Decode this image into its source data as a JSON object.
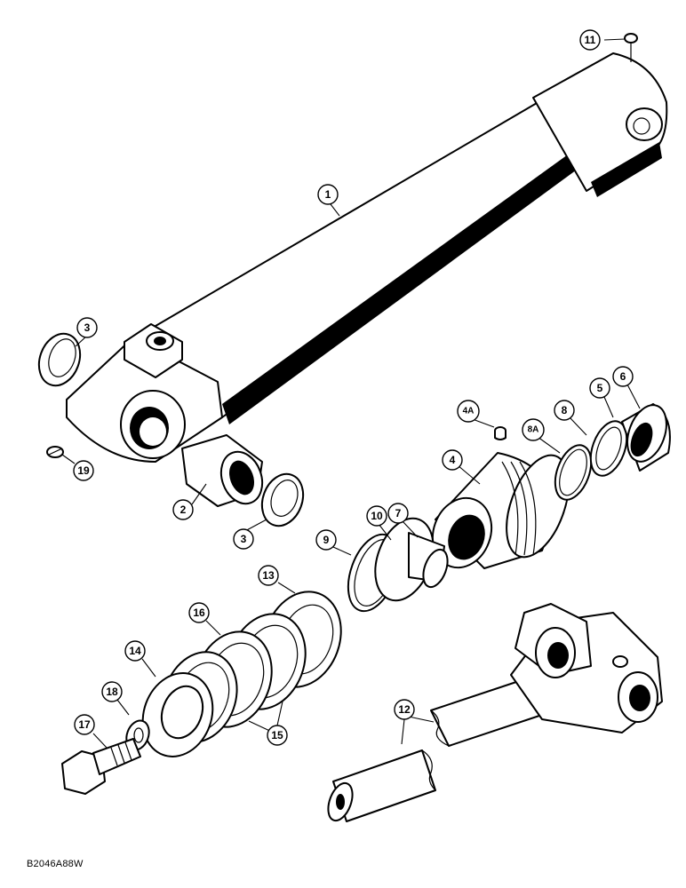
{
  "figure_code": "B2046A88W",
  "callouts": {
    "c1": "1",
    "c2": "2",
    "c3a": "3",
    "c3b": "3",
    "c4": "4",
    "c4a": "4A",
    "c5": "5",
    "c6": "6",
    "c7": "7",
    "c8": "8",
    "c8a": "8A",
    "c9": "9",
    "c10": "10",
    "c11": "11",
    "c12": "12",
    "c13": "13",
    "c14": "14",
    "c15": "15",
    "c16": "16",
    "c17": "17",
    "c18": "18",
    "c19": "19"
  }
}
